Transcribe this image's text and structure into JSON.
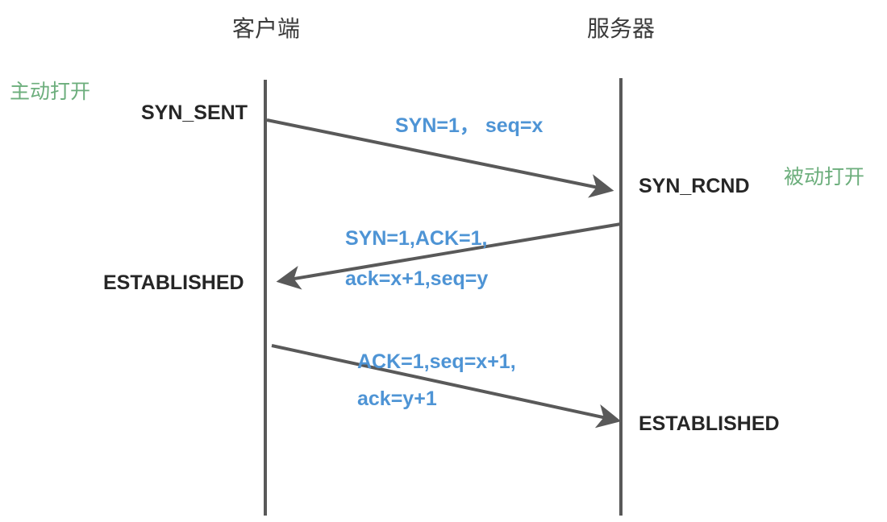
{
  "diagram": {
    "type": "sequence-diagram",
    "subject": "TCP three-way handshake",
    "participants": {
      "client": "客户端",
      "server": "服务器"
    },
    "annotations": {
      "active_open": "主动打开",
      "passive_open": "被动打开"
    },
    "states": {
      "client_syn_sent": "SYN_SENT",
      "client_established": "ESTABLISHED",
      "server_syn_rcnd": "SYN_RCND",
      "server_established": "ESTABLISHED"
    },
    "messages": [
      {
        "from": "client",
        "to": "server",
        "line1": "SYN=1， seq=x",
        "line2": ""
      },
      {
        "from": "server",
        "to": "client",
        "line1": "SYN=1,ACK=1,",
        "line2": "ack=x+1,seq=y"
      },
      {
        "from": "client",
        "to": "server",
        "line1": "ACK=1,seq=x+1,",
        "line2": "ack=y+1"
      }
    ],
    "colors": {
      "lifeline": "#595959",
      "arrow": "#595959",
      "message_text": "#4E94D5",
      "annotation_text": "#6CAE7C",
      "state_text": "#262626",
      "title_text": "#3a3a3a",
      "background": "#ffffff"
    }
  }
}
